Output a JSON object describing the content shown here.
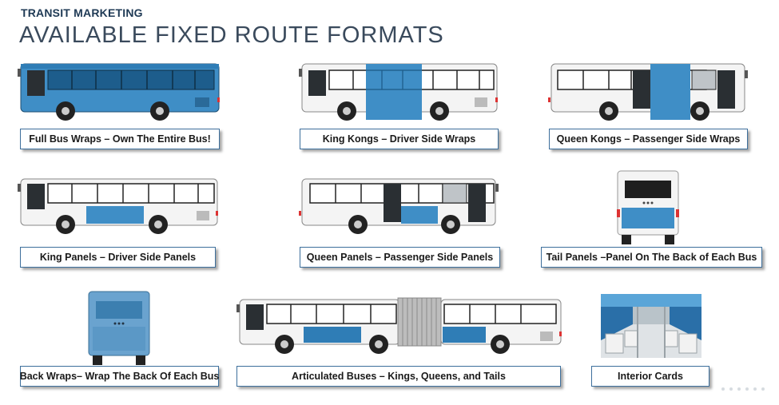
{
  "header": {
    "eyebrow": "TRANSIT MARKETING",
    "title": "AVAILABLE FIXED ROUTE FORMATS"
  },
  "colors": {
    "wrap_blue": "#3f8ec6",
    "bus_white": "#f4f4f4",
    "label_border": "#3d6f9c"
  },
  "formats": [
    {
      "label": "Full Bus Wraps – Own The Entire Bus!",
      "image": "bus-side-full-wrap-icon"
    },
    {
      "label": "King Kongs – Driver Side Wraps",
      "image": "bus-side-king-kong-icon"
    },
    {
      "label": "Queen Kongs – Passenger Side Wraps",
      "image": "bus-side-queen-kong-icon"
    },
    {
      "label": "King Panels – Driver Side Panels",
      "image": "bus-side-king-panel-icon"
    },
    {
      "label": "Queen Panels – Passenger Side Panels",
      "image": "bus-side-queen-panel-icon"
    },
    {
      "label": "Tail Panels –Panel On The Back of Each Bus",
      "image": "bus-rear-tail-panel-icon"
    },
    {
      "label": "Back Wraps– Wrap The Back Of Each Bus",
      "image": "bus-rear-back-wrap-icon"
    },
    {
      "label": "Articulated Buses – Kings, Queens, and Tails",
      "image": "articulated-bus-icon"
    },
    {
      "label": "Interior Cards",
      "image": "bus-interior-photo-icon"
    }
  ]
}
